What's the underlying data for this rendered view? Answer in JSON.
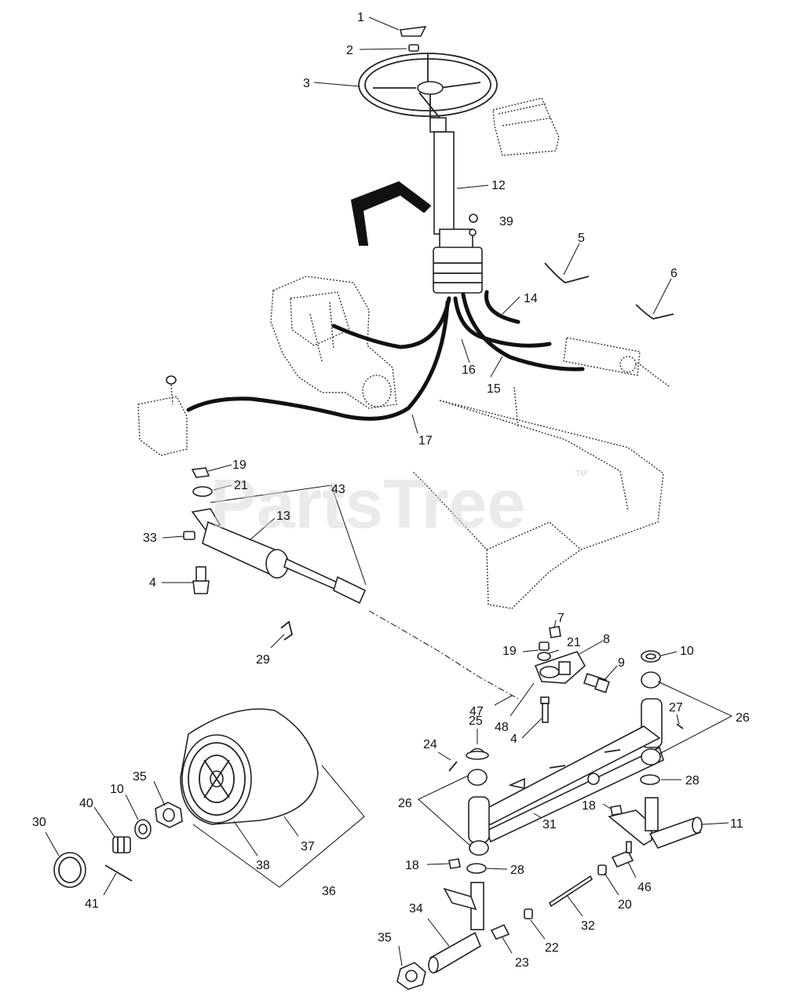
{
  "watermark": {
    "text": "PartsTree",
    "tm": "TM"
  },
  "callouts": [
    {
      "id": "c1",
      "text": "1"
    },
    {
      "id": "c2",
      "text": "2"
    },
    {
      "id": "c3",
      "text": "3"
    },
    {
      "id": "c12",
      "text": "12"
    },
    {
      "id": "c39",
      "text": "39"
    },
    {
      "id": "c5",
      "text": "5"
    },
    {
      "id": "c6",
      "text": "6"
    },
    {
      "id": "c14",
      "text": "14"
    },
    {
      "id": "c16",
      "text": "16"
    },
    {
      "id": "c15",
      "text": "15"
    },
    {
      "id": "c17",
      "text": "17"
    },
    {
      "id": "c19a",
      "text": "19"
    },
    {
      "id": "c21a",
      "text": "21"
    },
    {
      "id": "c43",
      "text": "43"
    },
    {
      "id": "c13",
      "text": "13"
    },
    {
      "id": "c33",
      "text": "33"
    },
    {
      "id": "c4a",
      "text": "4"
    },
    {
      "id": "c29",
      "text": "29"
    },
    {
      "id": "c7",
      "text": "7"
    },
    {
      "id": "c8",
      "text": "8"
    },
    {
      "id": "c21b",
      "text": "21"
    },
    {
      "id": "c19b",
      "text": "19"
    },
    {
      "id": "c10a",
      "text": "10"
    },
    {
      "id": "c9",
      "text": "9"
    },
    {
      "id": "c47",
      "text": "47"
    },
    {
      "id": "c48",
      "text": "48"
    },
    {
      "id": "c4b",
      "text": "4"
    },
    {
      "id": "c27",
      "text": "27"
    },
    {
      "id": "c26a",
      "text": "26"
    },
    {
      "id": "c25",
      "text": "25"
    },
    {
      "id": "c24",
      "text": "24"
    },
    {
      "id": "c28a",
      "text": "28"
    },
    {
      "id": "c26b",
      "text": "26"
    },
    {
      "id": "c18a",
      "text": "18"
    },
    {
      "id": "c31",
      "text": "31"
    },
    {
      "id": "c11",
      "text": "11"
    },
    {
      "id": "c35a",
      "text": "35"
    },
    {
      "id": "c10b",
      "text": "10"
    },
    {
      "id": "c40",
      "text": "40"
    },
    {
      "id": "c30",
      "text": "30"
    },
    {
      "id": "c37",
      "text": "37"
    },
    {
      "id": "c38",
      "text": "38"
    },
    {
      "id": "c36",
      "text": "36"
    },
    {
      "id": "c41",
      "text": "41"
    },
    {
      "id": "c18b",
      "text": "18"
    },
    {
      "id": "c28b",
      "text": "28"
    },
    {
      "id": "c20",
      "text": "20"
    },
    {
      "id": "c46",
      "text": "46"
    },
    {
      "id": "c32",
      "text": "32"
    },
    {
      "id": "c34",
      "text": "34"
    },
    {
      "id": "c22",
      "text": "22"
    },
    {
      "id": "c23",
      "text": "23"
    },
    {
      "id": "c35b",
      "text": "35"
    }
  ]
}
